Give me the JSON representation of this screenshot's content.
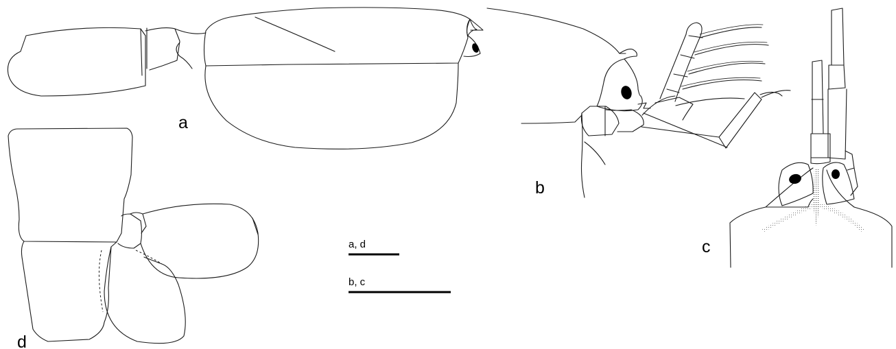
{
  "panels": {
    "a": {
      "label": "a"
    },
    "b": {
      "label": "b"
    },
    "c": {
      "label": "c"
    },
    "d": {
      "label": "d"
    }
  },
  "scale_bars": [
    {
      "label": "a, d"
    },
    {
      "label": "b, c"
    }
  ],
  "colors": {
    "line": "#1a1a1a",
    "fill": "#000000",
    "background": "#ffffff"
  }
}
